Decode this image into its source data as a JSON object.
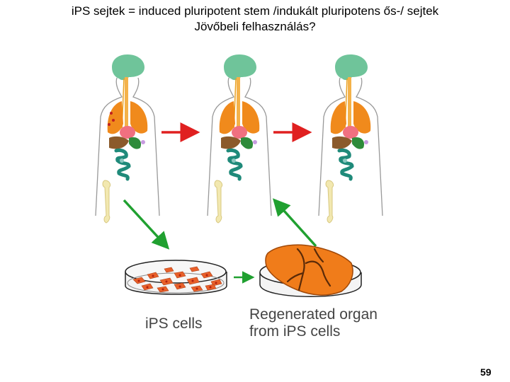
{
  "slide": {
    "title_line1": "iPS  sejtek = induced pluripotent stem /indukált pluripotens ős-/ sejtek",
    "title_line2": "Jövőbeli felhasználás?",
    "caption_cells": "iPS cells",
    "caption_organ_line1": "Regenerated organ",
    "caption_organ_line2": "from iPS cells",
    "page_number": "59"
  },
  "colors": {
    "brain": "#6fc49a",
    "lungs": "#f08a1c",
    "heart": "#f07080",
    "liver": "#8b5a2b",
    "stomach": "#2e8b3a",
    "intestine": "#1f8a7a",
    "bone": "#f2e8b0",
    "red_arrow": "#e02020",
    "green_arrow": "#20a030",
    "organ_orange": "#f07c1a"
  }
}
